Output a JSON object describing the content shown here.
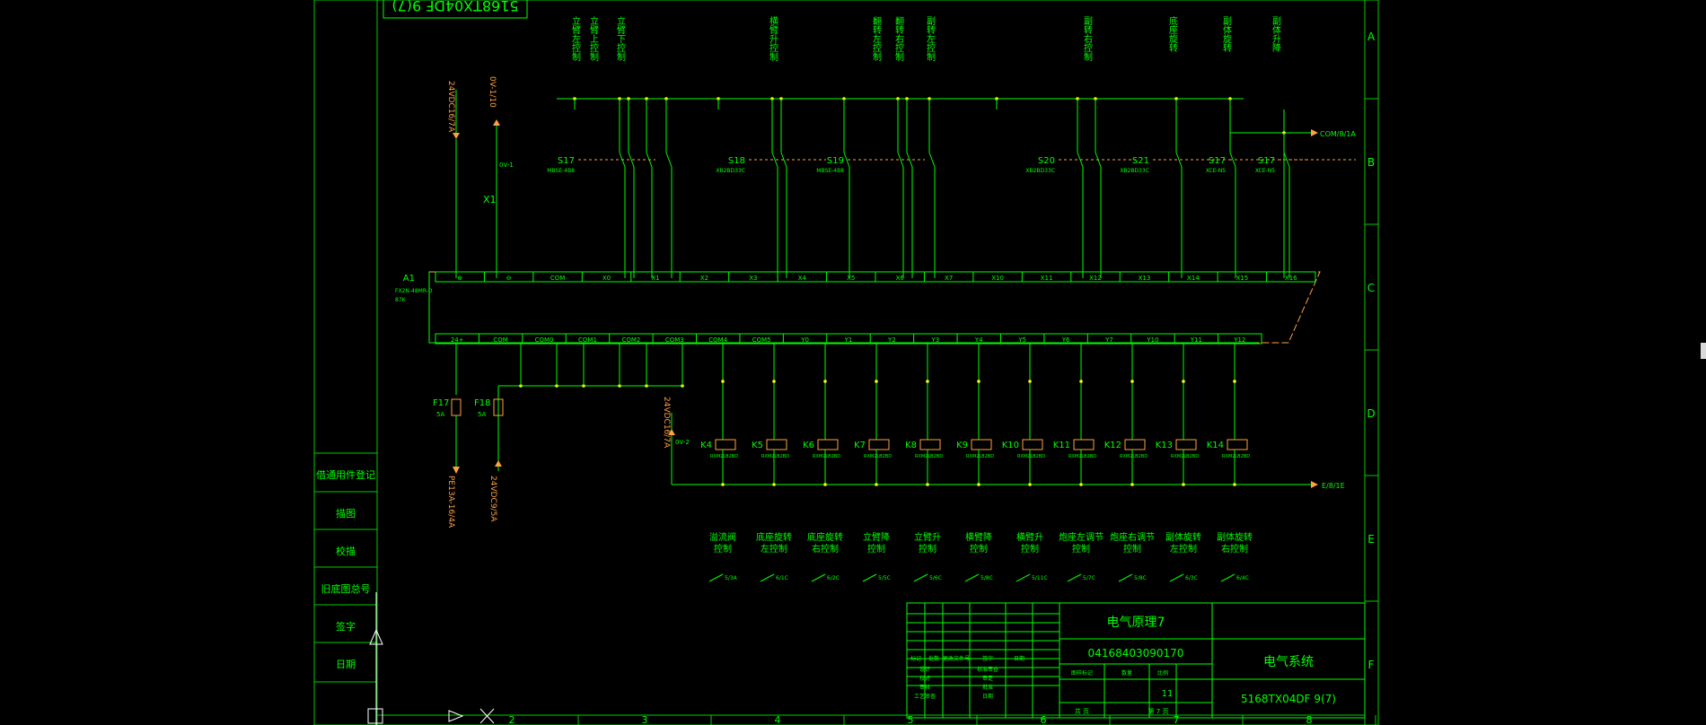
{
  "header_partial": "5168TX04DF 9(7)",
  "colors": {
    "line": "#00ff00",
    "frame": "#00cc00",
    "yellow": "#ffff00",
    "orange": "#ffa040",
    "white": "#ffffff"
  },
  "rows": [
    "A",
    "B",
    "C",
    "D",
    "E",
    "F"
  ],
  "columns": [
    "2",
    "3",
    "4",
    "5",
    "6",
    "7",
    "8"
  ],
  "left_block": [
    "借通用件登记",
    "描图",
    "校描",
    "旧底图总号",
    "签字",
    "日期"
  ],
  "top_labels": [
    "立臂左控制",
    "立臂上控制",
    "立臂下控制",
    "横臂升控制",
    "翻转左控制",
    "翻转右控制",
    "副转左控制",
    "副转右控制",
    "底座旋转",
    "副体旋转",
    "副体升降"
  ],
  "power": {
    "p24v": "24VDC16/7A",
    "p0v": "0V-1/10",
    "mid0v": "0V-1",
    "x1": "X1",
    "coil_24v": "24VDC16/7A",
    "coil_0v": "0V-2",
    "f17": "F17",
    "f17_rating": "5A",
    "f18": "F18",
    "f18_rating": "5A",
    "bottom_left_1": "PE13A-16/4A",
    "bottom_left_2": "24VDC9/5A",
    "e_out": "E/8/1E",
    "com_out": "COM/8/1A"
  },
  "switches": [
    {
      "name": "S17",
      "model": "MBSE-4B8"
    },
    {
      "name": "S18",
      "model": "XB2BD33C"
    },
    {
      "name": "S19",
      "model": "MBSE-4B8"
    },
    {
      "name": "S20",
      "model": "XB2BD33C"
    },
    {
      "name": "S21",
      "model": "XB2BD33C"
    },
    {
      "name": "S17",
      "model": "XCE-N5"
    },
    {
      "name": "S17",
      "model": "XCE-N5"
    }
  ],
  "plc": {
    "name": "A1",
    "model": "FX2N-48MR-D",
    "sub": "87K",
    "inputs": [
      "⊕",
      "⊖",
      "COM",
      "X0",
      "X1",
      "X2",
      "X3",
      "X4",
      "X5",
      "X6",
      "X7",
      "X10",
      "X11",
      "X12",
      "X13",
      "X14",
      "X15",
      "X16"
    ],
    "outputs": [
      "24+",
      "COM",
      "COM0",
      "COM1",
      "COM2",
      "COM3",
      "COM4",
      "COM5",
      "Y0",
      "Y1",
      "Y2",
      "Y3",
      "Y4",
      "Y5",
      "Y6",
      "Y7",
      "Y10",
      "Y11",
      "Y12"
    ]
  },
  "relays": [
    {
      "name": "K4",
      "model": "RXM2LB2BD"
    },
    {
      "name": "K5",
      "model": "RXM2LB2BD"
    },
    {
      "name": "K6",
      "model": "RXM2LB2BD"
    },
    {
      "name": "K7",
      "model": "RXM2LB2BD"
    },
    {
      "name": "K8",
      "model": "RXM2LB2BD"
    },
    {
      "name": "K9",
      "model": "RXM2LB2BD"
    },
    {
      "name": "K10",
      "model": "RXM2LB2BD"
    },
    {
      "name": "K11",
      "model": "RXM2LB2BD"
    },
    {
      "name": "K12",
      "model": "RXM2LB2BD"
    },
    {
      "name": "K13",
      "model": "RXM2LB2BD"
    },
    {
      "name": "K14",
      "model": "RXM2LB2BD"
    }
  ],
  "functions": [
    {
      "l1": "溢流阀",
      "l2": "控制",
      "ref": "5/3A"
    },
    {
      "l1": "底座旋转",
      "l2": "左控制",
      "ref": "6/1C"
    },
    {
      "l1": "底座旋转",
      "l2": "右控制",
      "ref": "6/2C"
    },
    {
      "l1": "立臂降",
      "l2": "控制",
      "ref": "5/5C"
    },
    {
      "l1": "立臂升",
      "l2": "控制",
      "ref": "5/6C"
    },
    {
      "l1": "横臂降",
      "l2": "控制",
      "ref": "5/8C"
    },
    {
      "l1": "横臂升",
      "l2": "控制",
      "ref": "5/11C"
    },
    {
      "l1": "炮座左调节",
      "l2": "控制",
      "ref": "5/7C"
    },
    {
      "l1": "炮座右调节",
      "l2": "控制",
      "ref": "5/8C"
    },
    {
      "l1": "副体旋转",
      "l2": "左控制",
      "ref": "6/3C"
    },
    {
      "l1": "副体旋转",
      "l2": "右控制",
      "ref": "6/4C"
    }
  ],
  "title_block": {
    "title": "电气原理7",
    "doc_no": "04168403090170",
    "system": "电气系统",
    "drawing_code": "5168TX04DF 9(7)",
    "sheet_number": "11",
    "rev_headers": [
      "标记",
      "处数",
      "更改文件号",
      "签字",
      "日期"
    ],
    "roles": [
      "设计",
      "校对",
      "审核",
      "工艺审查"
    ],
    "roles2": [
      "标准审查",
      "审定",
      "批准",
      "日期"
    ],
    "stage_headers": [
      "图样标记",
      "数量",
      "比例"
    ],
    "total_label": "共  页",
    "sheet_label": "第 7 页"
  }
}
